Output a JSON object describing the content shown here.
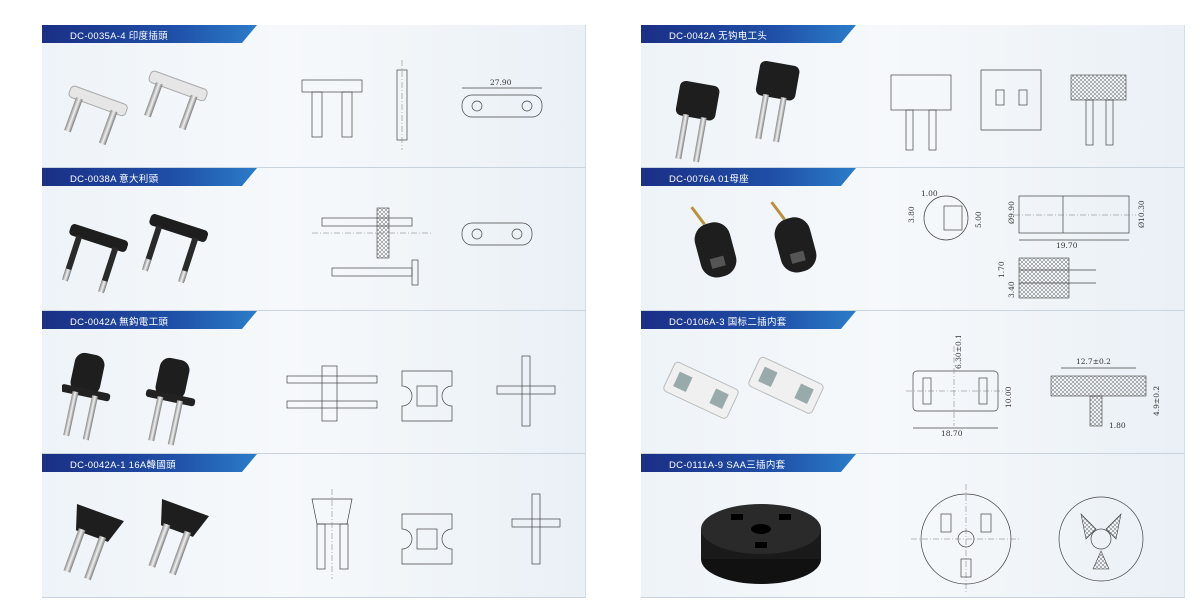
{
  "left_column": [
    {
      "title": "DC-0035A-4 印度插頭",
      "dims": [
        "27.90"
      ]
    },
    {
      "title": "DC-0038A 意大利頭"
    },
    {
      "title": "DC-0042A 無鈎電工頭"
    },
    {
      "title": "DC-0042A-1 16A韓國頭"
    }
  ],
  "right_column": [
    {
      "title": "DC-0042A 无钩电工头"
    },
    {
      "title": "DC-0076A 01母座",
      "dims": [
        "1.00",
        "3.80",
        "5.00",
        "Ø9.90",
        "Ø10.30",
        "19.70",
        "1.70",
        "3.40"
      ]
    },
    {
      "title": "DC-0106A-3 国标二插内套",
      "dims": [
        "6.30±0.1",
        "10.00",
        "18.70",
        "12.7±0.2",
        "4.9±0.2",
        "1.80"
      ]
    },
    {
      "title": "DC-0111A-9 SAA三插内套"
    }
  ],
  "colors": {
    "header_start": "#1b2f86",
    "header_end": "#2b7cc9",
    "plug_white": "#e6e6e6",
    "plug_black": "#1e1e1e",
    "pin": "#c8c8c8"
  }
}
